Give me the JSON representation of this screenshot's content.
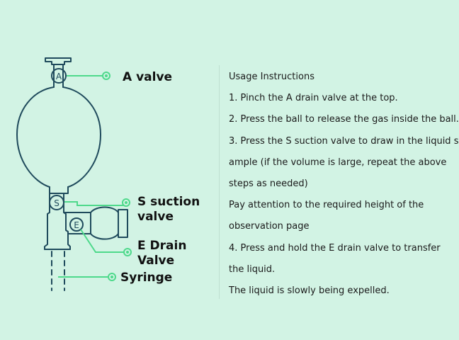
{
  "diagram": {
    "labels": {
      "a_valve": "A valve",
      "s_valve": "S suction\nvalve",
      "e_valve": "E Drain\nValve",
      "syringe": "Syringe"
    },
    "letters": {
      "a": "A",
      "s": "S",
      "e": "E"
    },
    "colors": {
      "background": "#d2f3e4",
      "outline": "#1f4a5c",
      "callout": "#4ed98b"
    }
  },
  "instructions": {
    "lines": [
      "Usage Instructions",
      "1. Pinch the A drain valve at the top.",
      "2. Press the ball to release the gas inside the ball.",
      "3. Press the S suction valve to draw in the liquid s",
      "ample (if the volume is large, repeat the above",
      "steps as needed)",
      "Pay attention to the required height of the",
      "observation page",
      "4. Press and hold the E drain valve to transfer",
      "the liquid.",
      "The liquid is slowly being expelled."
    ]
  }
}
